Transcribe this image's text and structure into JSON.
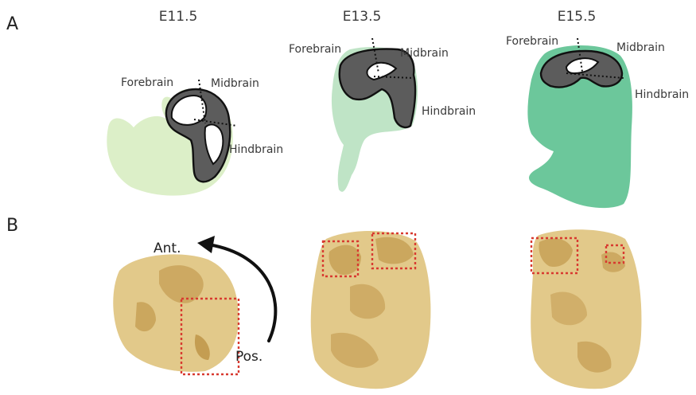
{
  "panels": {
    "a": "A",
    "b": "B"
  },
  "stages": [
    {
      "label": "E11.5",
      "color": "#dcefc8"
    },
    {
      "label": "E13.5",
      "color": "#bfe4c6"
    },
    {
      "label": "E15.5",
      "color": "#6cc79b"
    }
  ],
  "regions": {
    "forebrain": "Forebrain",
    "midbrain": "Midbrain",
    "hindbrain": "Hindbrain"
  },
  "axis": {
    "anterior": "Ant.",
    "posterior": "Pos."
  },
  "colors": {
    "brain_fill": "#5c5c5c",
    "brain_lumen": "#ffffff",
    "section_stain": "#e2c98a",
    "section_dark": "#b88a3a",
    "box": "#d83a30"
  }
}
